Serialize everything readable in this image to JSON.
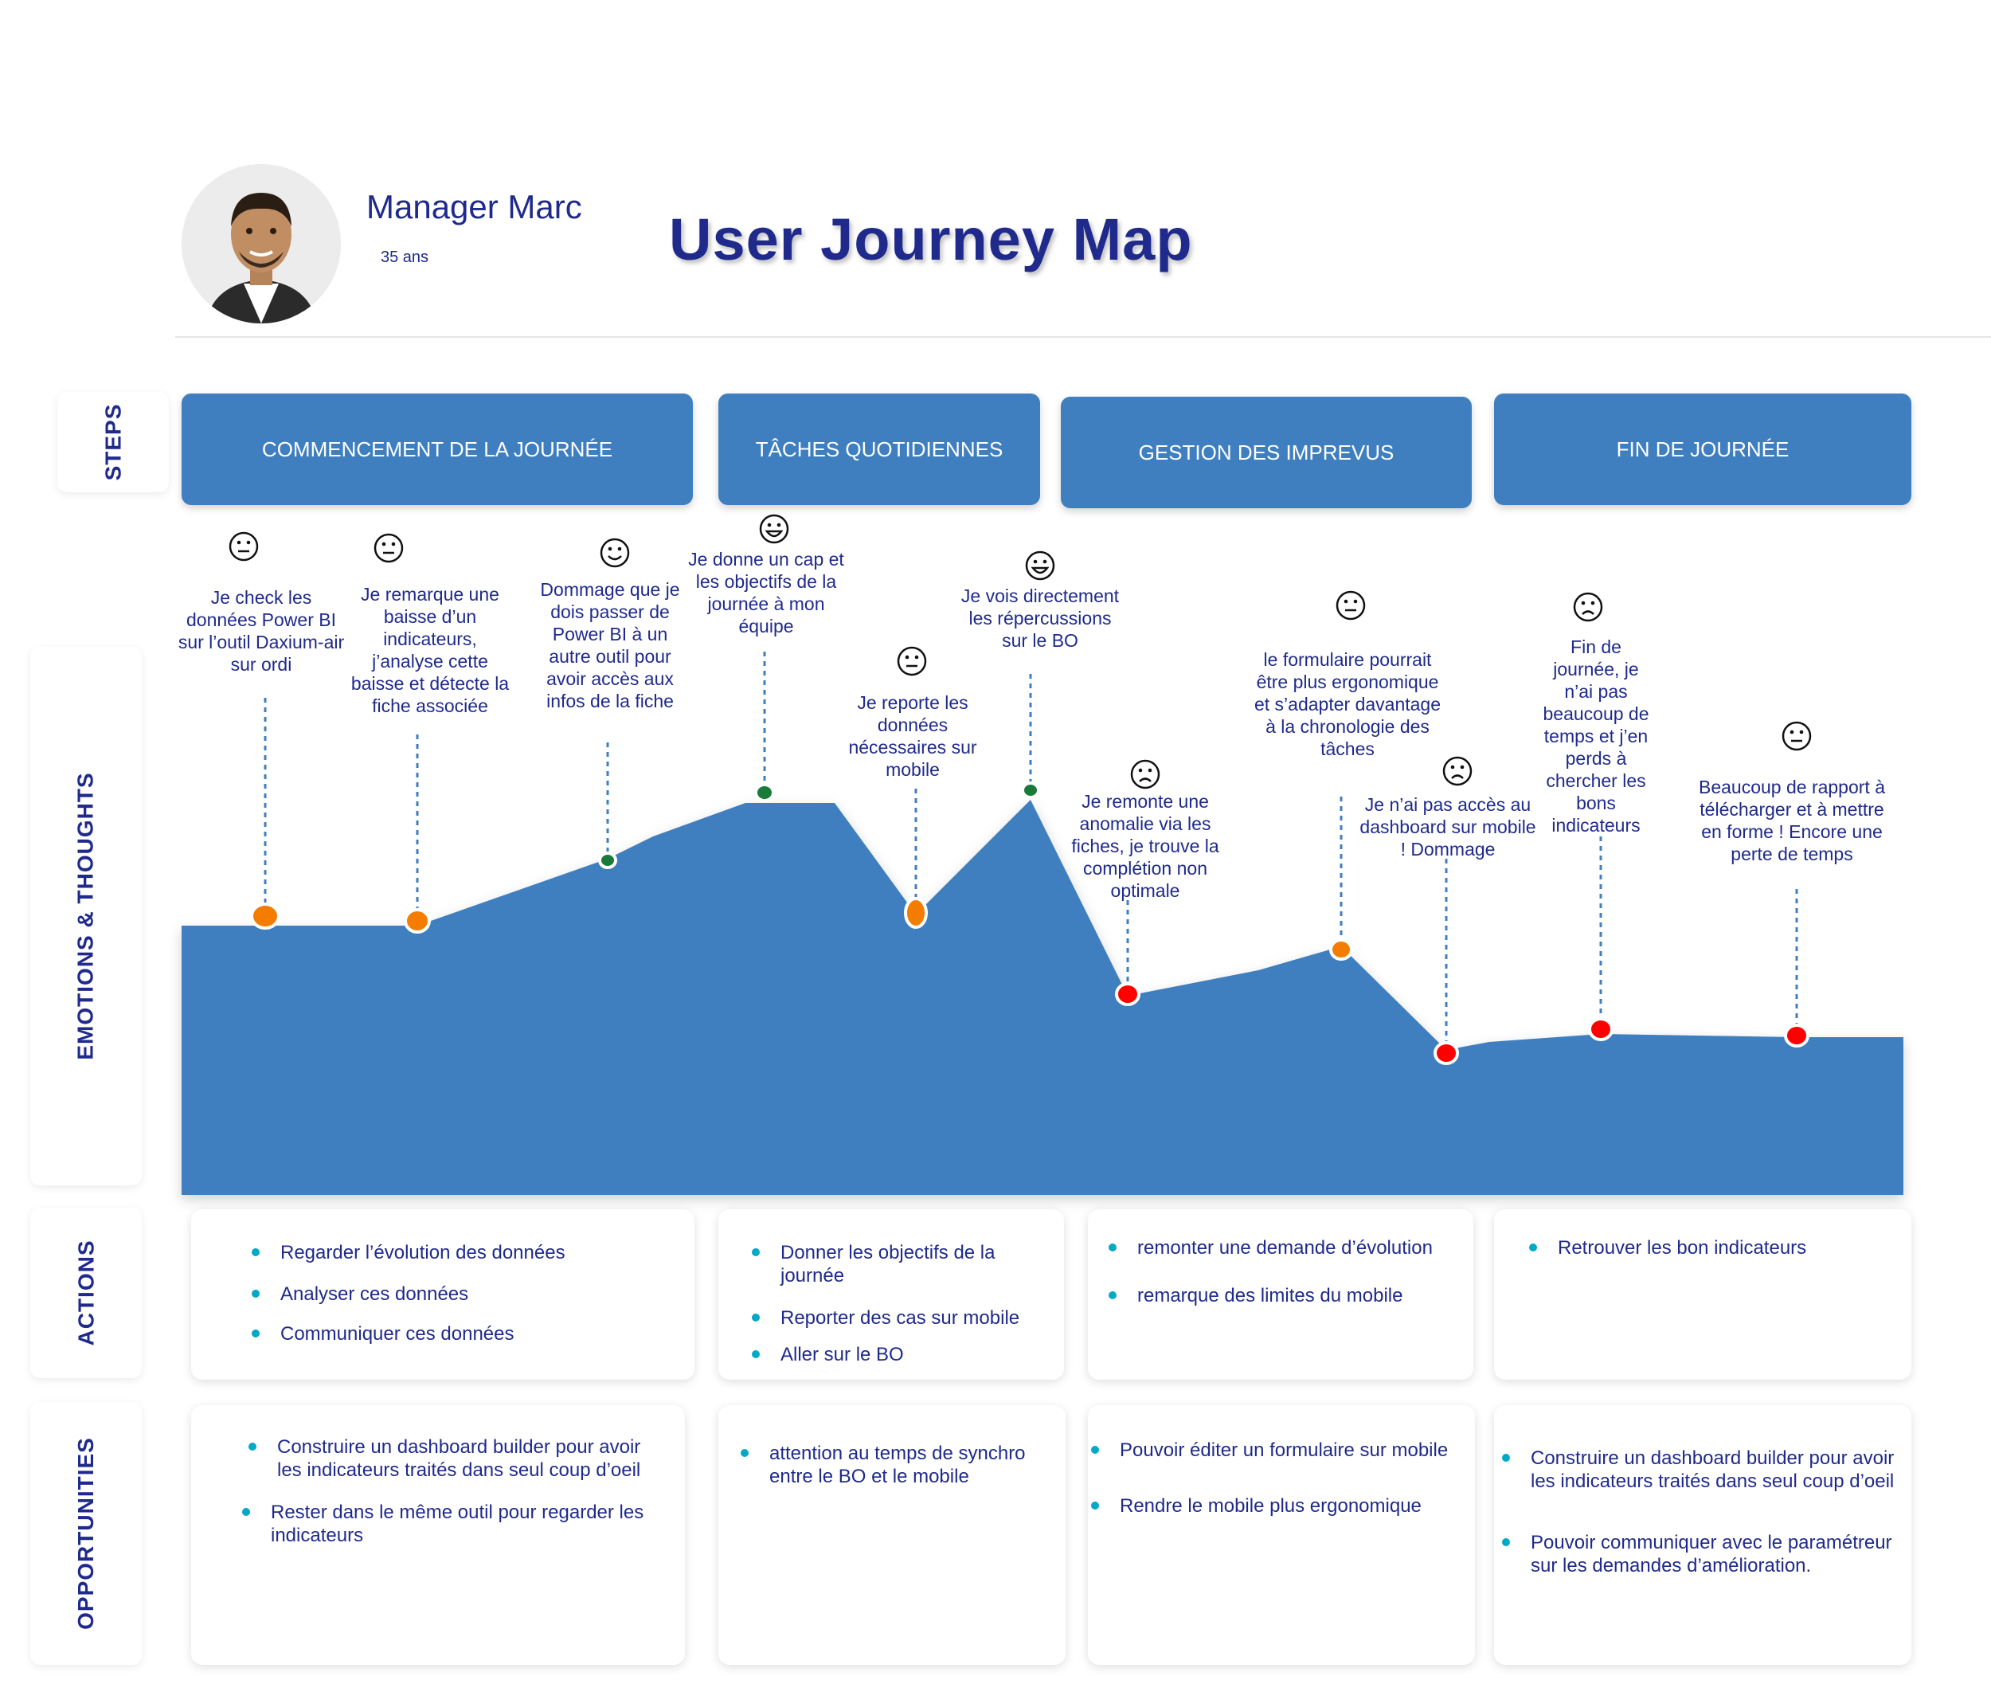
{
  "persona": {
    "name": "Manager Marc",
    "age": "35 ans",
    "photo_icon": "person-avatar-icon"
  },
  "title": "User Journey Map",
  "row_labels": {
    "steps": "STEPS",
    "emotions": "EMOTIONS & THOUGHTS",
    "actions": "ACTIONS",
    "opportunities": "OPPORTUNITIES"
  },
  "steps": [
    "COMMENCEMENT DE LA JOURNÉE",
    "TÂCHES QUOTIDIENNES",
    "GESTION DES IMPREVUS",
    "FIN DE JOURNÉE"
  ],
  "colors": {
    "step_fill": "#3f7fbf",
    "area_fill": "#3f7fbf",
    "dot_neutral": "#f47c00",
    "dot_positive": "#1a7a3a",
    "dot_negative": "#ff0000",
    "title": "#1f2a8c",
    "bullet": "#00a9c6"
  },
  "chart_data": {
    "type": "area",
    "title": "",
    "points": [
      {
        "mood": "neutral",
        "icon": "neutral-face-icon",
        "text": "Je check les données Power BI sur l’outil Daxium-air sur ordi"
      },
      {
        "mood": "neutral",
        "icon": "neutral-face-icon",
        "text": "Je remarque une baisse d’un indicateurs, j’analyse cette baisse et détecte la fiche associée"
      },
      {
        "mood": "positive",
        "icon": "smiling-face-icon",
        "text": "Dommage que je dois passer de Power BI à un autre outil pour avoir accès aux infos de la fiche"
      },
      {
        "mood": "positive",
        "icon": "grinning-face-icon",
        "text": "Je donne un cap et les objectifs de la journée à mon équipe"
      },
      {
        "mood": "neutral",
        "icon": "neutral-face-icon",
        "text": "Je reporte les données nécessaires sur mobile"
      },
      {
        "mood": "positive",
        "icon": "grinning-face-icon",
        "text": "Je vois directement les répercussions sur le BO"
      },
      {
        "mood": "negative",
        "icon": "sad-face-icon",
        "text": "Je remonte une anomalie via les fiches, je trouve la complétion non optimale"
      },
      {
        "mood": "neutral",
        "icon": "neutral-face-icon",
        "text": "le formulaire pourrait être plus ergonomique et s’adapter davantage à la chronologie des tâches"
      },
      {
        "mood": "negative",
        "icon": "sad-face-icon",
        "text": "Je n’ai pas accès au dashboard  sur mobile ! Dommage"
      },
      {
        "mood": "negative",
        "icon": "sad-face-icon",
        "text": "Fin de journée, je n’ai pas beaucoup de temps et j’en perds à chercher les bons indicateurs"
      },
      {
        "mood": "negative",
        "icon": "neutral-face-icon",
        "text": "Beaucoup de rapport à télécharger et à mettre en forme ! Encore une perte de temps"
      }
    ]
  },
  "actions": [
    [
      "Regarder l’évolution des données",
      "Analyser ces données",
      "Communiquer ces données"
    ],
    [
      "Donner les objectifs de la journée",
      "Reporter des cas sur mobile",
      "Aller sur le BO"
    ],
    [
      "remonter une demande d’évolution",
      "remarque des limites du mobile"
    ],
    [
      "Retrouver les bon indicateurs"
    ]
  ],
  "opportunities": [
    [
      "Construire un dashboard builder pour avoir les indicateurs traités dans seul coup d’oeil",
      "Rester dans le même outil pour regarder les indicateurs"
    ],
    [
      "attention au temps de synchro entre le BO et le mobile"
    ],
    [
      "Pouvoir éditer un formulaire sur mobile",
      "Rendre le mobile plus ergonomique"
    ],
    [
      "Construire un dashboard builder pour avoir les indicateurs traités dans seul coup d’oeil",
      "Pouvoir communiquer avec le paramétreur sur les demandes d’amélioration."
    ]
  ]
}
